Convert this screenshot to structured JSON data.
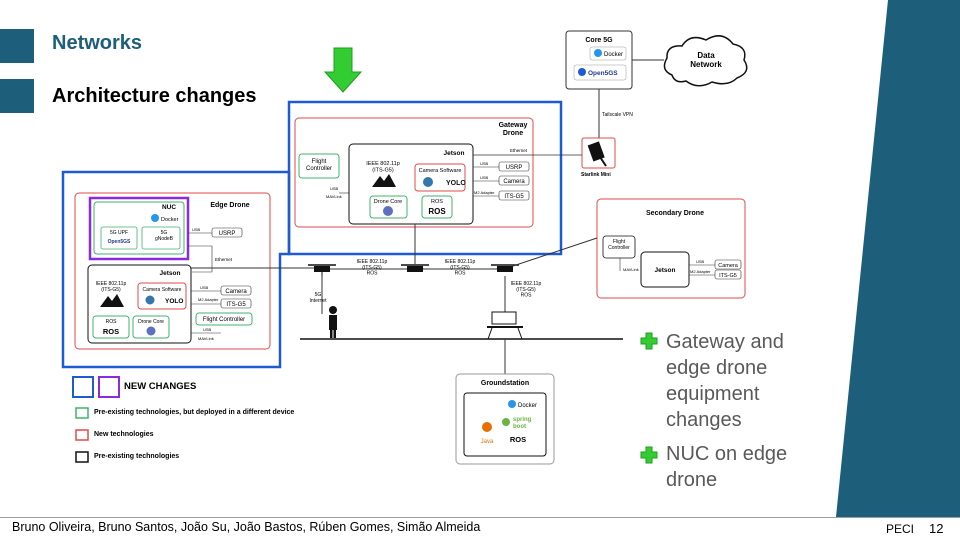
{
  "header": {
    "title": "Networks",
    "subtitle": "Architecture changes"
  },
  "footer": {
    "authors": "Bruno Oliveira, Bruno Santos, João Su, João Bastos, Rúben Gomes, Simão Almeida",
    "course": "PECI",
    "page": "12"
  },
  "bullets": [
    "Gateway and edge drone equipment changes",
    "NUC on edge drone"
  ],
  "diagram": {
    "core5g": {
      "title": "Core 5G",
      "docker": "Docker",
      "open5gs": "Open5GS"
    },
    "data_network": "Data\nNetwork",
    "tailscale": "Tailscale VPN",
    "starlink": "Starlink Mini",
    "gateway": {
      "title": "Gateway\nDrone",
      "flight_controller": "Flight\nController",
      "usb": "USB",
      "mavlink": "MAVLink",
      "jetson": "Jetson",
      "ieee": "IEEE 802.11p\n(ITS-G5)",
      "camera_sw": "Camera Software",
      "drone_core": "Drone Core",
      "ros": "ROS",
      "ethernet": "Ethernet",
      "usb1": "USB",
      "usrp": "USRP",
      "usb2": "USB",
      "camera": "Camera",
      "m2": "M2 Adapter",
      "itsg5": "ITS-G5"
    },
    "edge": {
      "title": "Edge Drone",
      "nuc": "NUC",
      "docker": "Docker",
      "upf": "5G UPF",
      "open5gs": "Open5GS",
      "gnb": "5G\ngNodeB",
      "usb": "USB",
      "usrp": "USRP",
      "ethernet": "Ethernet",
      "jetson": "Jetson",
      "ieee": "IEEE 802.11p\n(ITS-G5)",
      "camera_sw": "Camera Software",
      "usb2": "USB",
      "camera": "Camera",
      "m2": "M2 Adapter",
      "itsg5": "ITS-G5",
      "ros": "ROS",
      "drone_core": "Drone Core",
      "flight_controller": "Flight Controller",
      "usb3": "USB",
      "mavlink": "MAVLink"
    },
    "secondary": {
      "title": "Secondary Drone",
      "flight_controller": "Flight\nController",
      "mavlink": "MAVLink",
      "jetson": "Jetson",
      "usb": "USB",
      "camera": "Camera",
      "m2": "M2 Adapter",
      "itsg5": "ITS-G5"
    },
    "link1": "IEEE 802.11p\n(ITS-G5)\nROS",
    "link2": "IEEE 802.11p\n(ITS-G5)\nROS",
    "link3": "IEEE 802.11p\n(ITS-G5)\nROS",
    "internet": "5G\nInternet",
    "groundstation": {
      "title": "Groundstation",
      "docker": "Docker",
      "java": "Java",
      "spring": "spring\nboot",
      "ros": "ROS"
    },
    "yolo": "YOLO"
  },
  "legend": [
    {
      "label": "NEW CHANGES",
      "color": "#1e5bd1"
    },
    {
      "label": "Pre-existing technologies, but deployed in a different device",
      "color": "#3fb36b"
    },
    {
      "label": "New technologies",
      "color": "#e24a4a"
    },
    {
      "label": "Pre-existing technologies",
      "color": "#111111"
    }
  ],
  "colors": {
    "accent": "#1d5f7a",
    "new_blue": "#1e5bd1",
    "new_purple": "#8a2be2",
    "arrow_green": "#33cc33"
  }
}
